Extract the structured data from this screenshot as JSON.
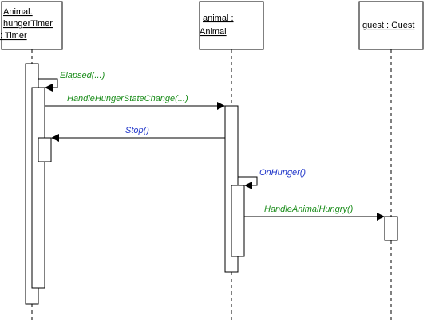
{
  "participants": [
    {
      "id": "timer",
      "lines": [
        "Animal.",
        "hungerTimer",
        ": Timer"
      ]
    },
    {
      "id": "animal",
      "lines": [
        "animal :",
        "Animal"
      ]
    },
    {
      "id": "guest",
      "lines": [
        "guest : Guest"
      ]
    }
  ],
  "messages": {
    "elapsed": {
      "label": "Elapsed(...)",
      "color": "#1a8c1a"
    },
    "handle_hunger": {
      "label": "HandleHungerStateChange(...)",
      "color": "#1a8c1a"
    },
    "stop": {
      "label": "Stop()",
      "color": "#1f35c9"
    },
    "on_hunger": {
      "label": "OnHunger()",
      "color": "#1f35c9"
    },
    "handle_hungry": {
      "label": "HandleAnimalHungry()",
      "color": "#1a8c1a"
    }
  }
}
